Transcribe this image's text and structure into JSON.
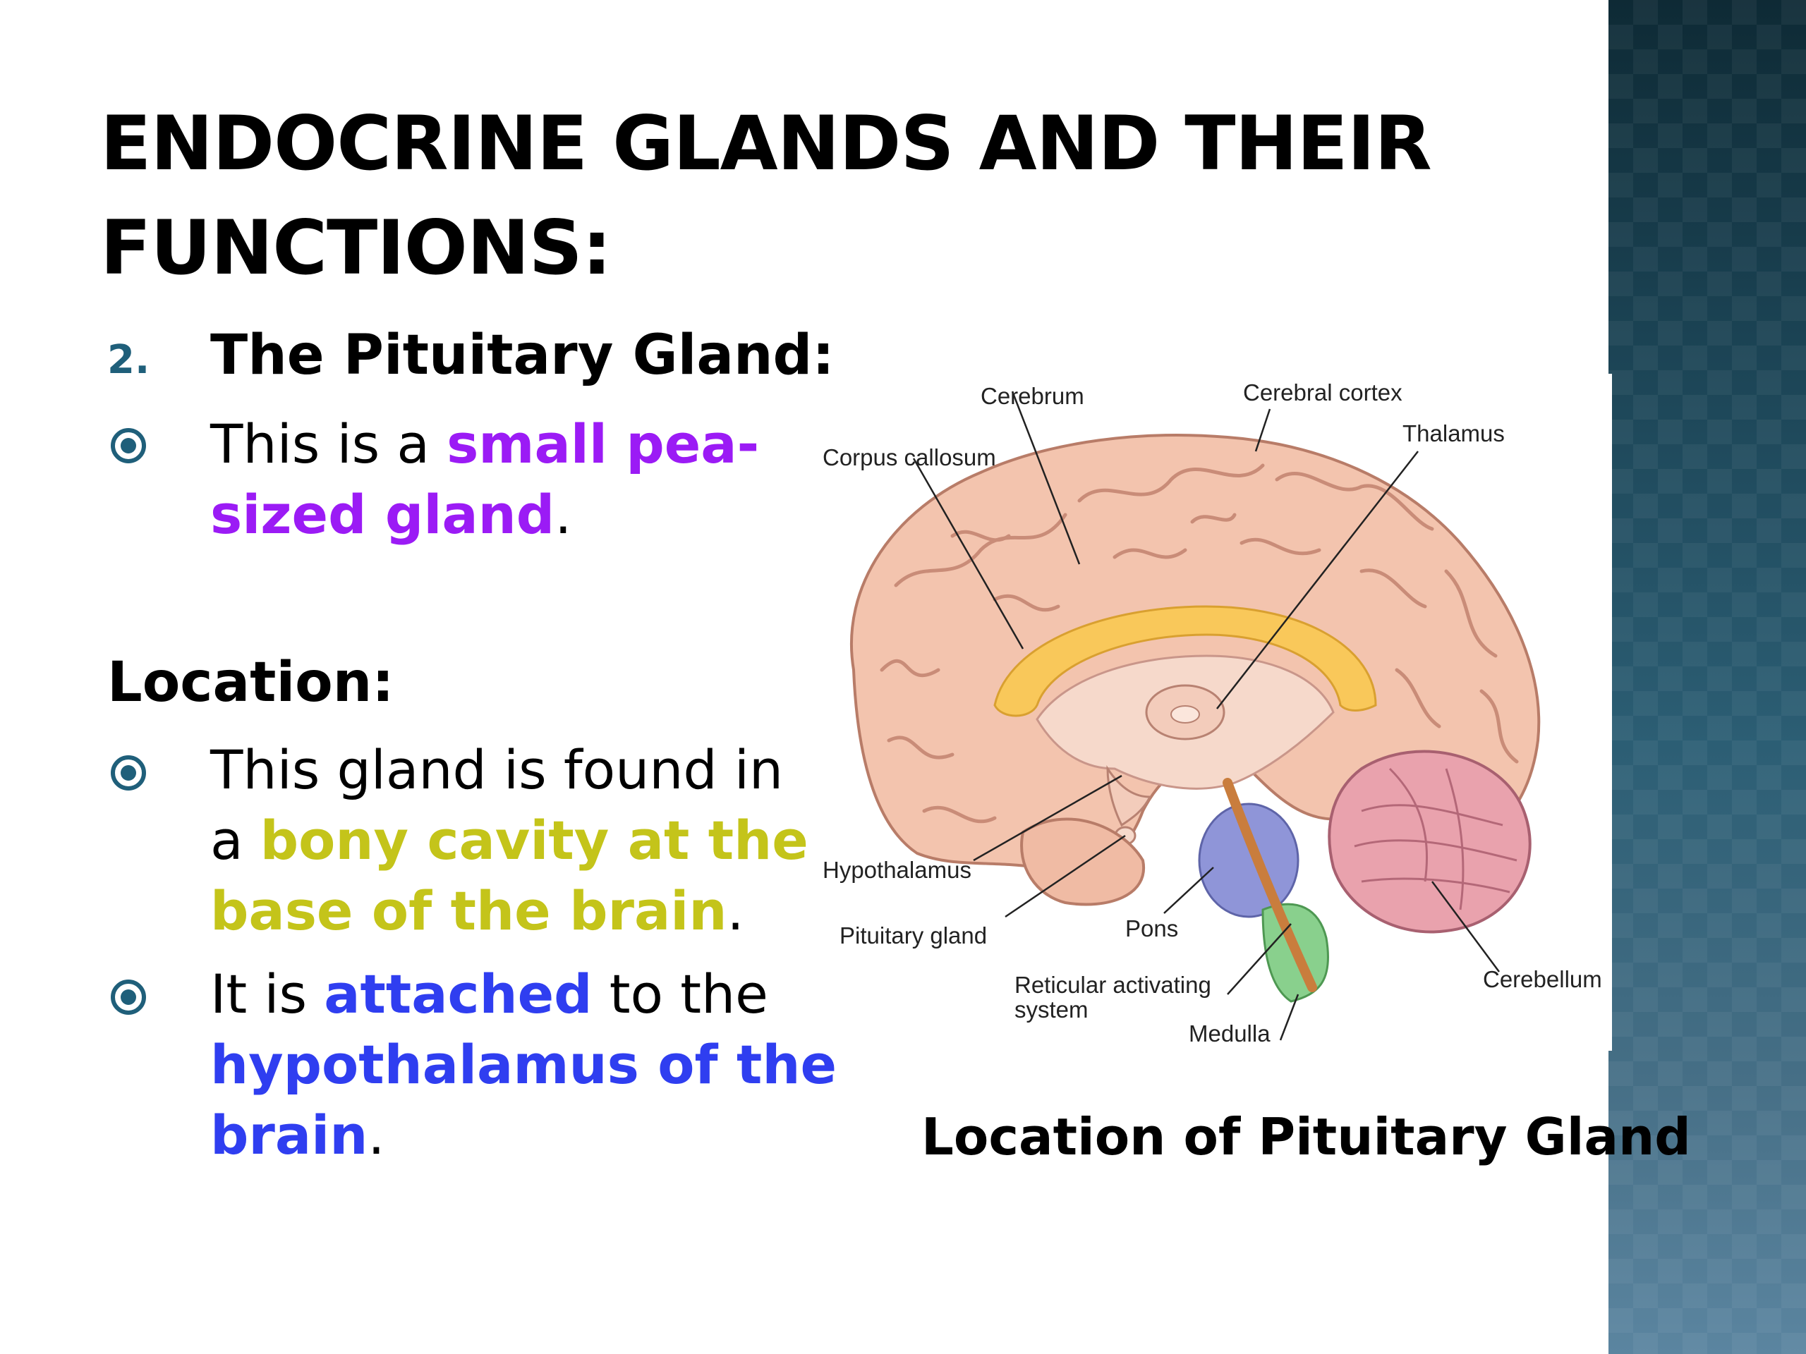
{
  "slide": {
    "title_line1": "ENDOCRINE GLANDS AND THEIR",
    "title_line2": "FUNCTIONS:",
    "number": "2.",
    "gland_heading": "The Pituitary Gland:",
    "para1": {
      "prefix": "This is a ",
      "highlight_line1": "small pea-",
      "highlight_line2": "sized gland",
      "suffix": "."
    },
    "location_heading": "Location:",
    "para2": {
      "line1": "This gland is found in",
      "prefix": "a ",
      "highlight_line1": "bony cavity at the",
      "highlight_line2": "base of the brain",
      "suffix": "."
    },
    "para3": {
      "prefix": "It is ",
      "highlight1": "attached",
      "middle": " to the",
      "highlight2_line1": "hypothalamus of the",
      "highlight2_line2": "brain",
      "suffix": "."
    },
    "caption": "Location of Pituitary Gland"
  },
  "diagram_labels": {
    "cerebrum": "Cerebrum",
    "cerebral_cortex": "Cerebral cortex",
    "thalamus": "Thalamus",
    "corpus_callosum": "Corpus callosum",
    "hypothalamus": "Hypothalamus",
    "pituitary_gland": "Pituitary gland",
    "pons": "Pons",
    "reticular_line1": "Reticular activating",
    "reticular_line2": "system",
    "medulla": "Medulla",
    "cerebellum": "Cerebellum"
  },
  "colors": {
    "sidebar_dark": "#0e2a35",
    "sidebar_light": "#5b85a0",
    "bullet": "#1f5f7a",
    "purple": "#9b1bf5",
    "olive": "#c4c41a",
    "blue": "#2f3ef0"
  },
  "icons": {
    "bullet": "circled-dot-icon"
  }
}
